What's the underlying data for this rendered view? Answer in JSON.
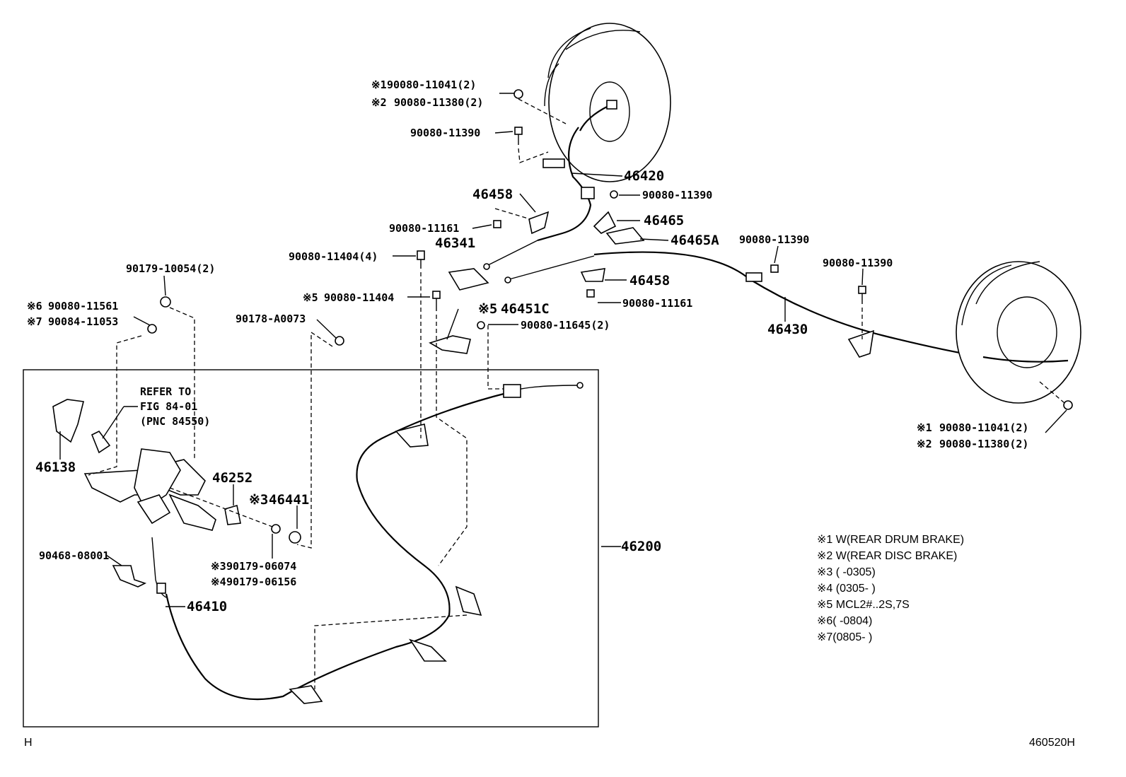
{
  "labels": {
    "p1_mark": "※1",
    "p1": "90080-11041(2)",
    "p2_mark": "※2",
    "p2": "90080-11380(2)",
    "p3": "90080-11390",
    "p4": "46420",
    "p5": "90080-11390",
    "p6": "46458",
    "p7": "46465",
    "p8": "90080-11161",
    "p9": "46465A",
    "p10": "90080-11404(4)",
    "p11": "46341",
    "p12": "90080-11390",
    "p13": "90080-11390",
    "p14": "46458",
    "p15": "90080-11161",
    "p16": "90179-10054(2)",
    "p17_mark": "※5",
    "p17": "90080-11404",
    "p18_mark": "※5",
    "p18": "46451C",
    "p19": "46430",
    "p20_mark": "※6",
    "p20": "90080-11561",
    "p21_mark": "※7",
    "p21": "90084-11053",
    "p22": "90178-A0073",
    "p23": "90080-11645(2)",
    "p24_mark": "※1",
    "p24": "90080-11041(2)",
    "p25_mark": "※2",
    "p25": "90080-11380(2)",
    "refer1": "REFER TO",
    "refer2": "FIG 84-01",
    "refer3": "(PNC 84550)",
    "p26": "46138",
    "p27": "46252",
    "p28_mark": "※3",
    "p28": "46441",
    "p29": "46200",
    "p30": "90468-08001",
    "p31_mark": "※3",
    "p31": "90179-06074",
    "p32_mark": "※4",
    "p32": "90179-06156",
    "p33": "46410"
  },
  "notes": [
    "※1 W(REAR DRUM BRAKE)",
    "※2 W(REAR DISC BRAKE)",
    "※3 (     -0305)",
    "※4 (0305-     )",
    "※5 MCL2#..2S,7S",
    "※6(   -0804)",
    "※7(0805-   )"
  ],
  "footer": {
    "left": "H",
    "right": "460520H"
  }
}
